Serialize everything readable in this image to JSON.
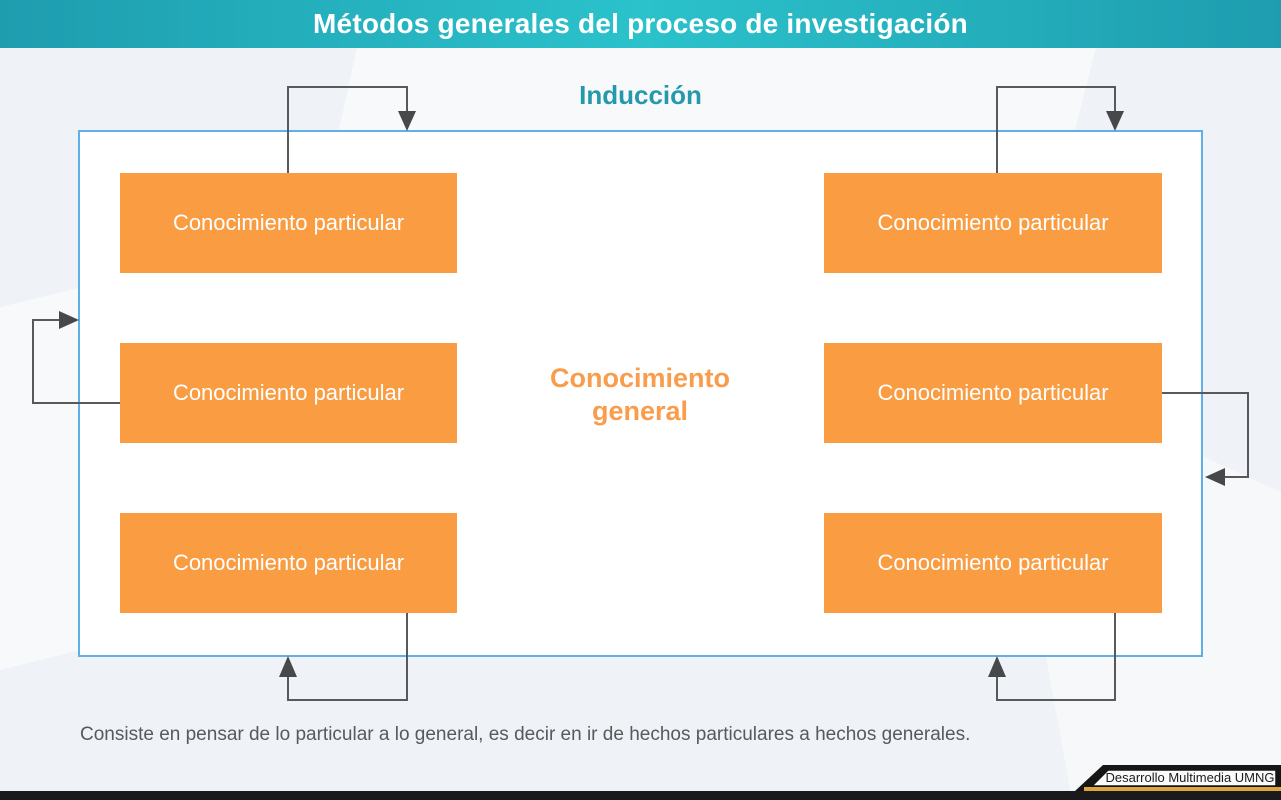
{
  "header": {
    "title": "Métodos generales del proceso de investigación"
  },
  "diagram": {
    "method_label": "Inducción",
    "center_label": "Conocimiento general",
    "boxes": [
      {
        "label": "Conocimiento particular"
      },
      {
        "label": "Conocimiento particular"
      },
      {
        "label": "Conocimiento particular"
      },
      {
        "label": "Conocimiento particular"
      },
      {
        "label": "Conocimiento particular"
      },
      {
        "label": "Conocimiento particular"
      }
    ]
  },
  "description": "Consiste en pensar de lo particular a lo general, es decir en ir de hechos particulares a hechos generales.",
  "footer": {
    "credit": "Desarrollo Multimedia UMNG"
  },
  "colors": {
    "header_teal_dark": "#1E9DAF",
    "header_teal_light": "#2BC2CB",
    "accent_teal": "#2599AC",
    "accent_orange": "#F99C42",
    "container_border_blue": "#5FB0E8",
    "arrow_gray": "#58595B",
    "footer_black": "#1A1A1C",
    "footer_gold": "#D9A73E"
  }
}
